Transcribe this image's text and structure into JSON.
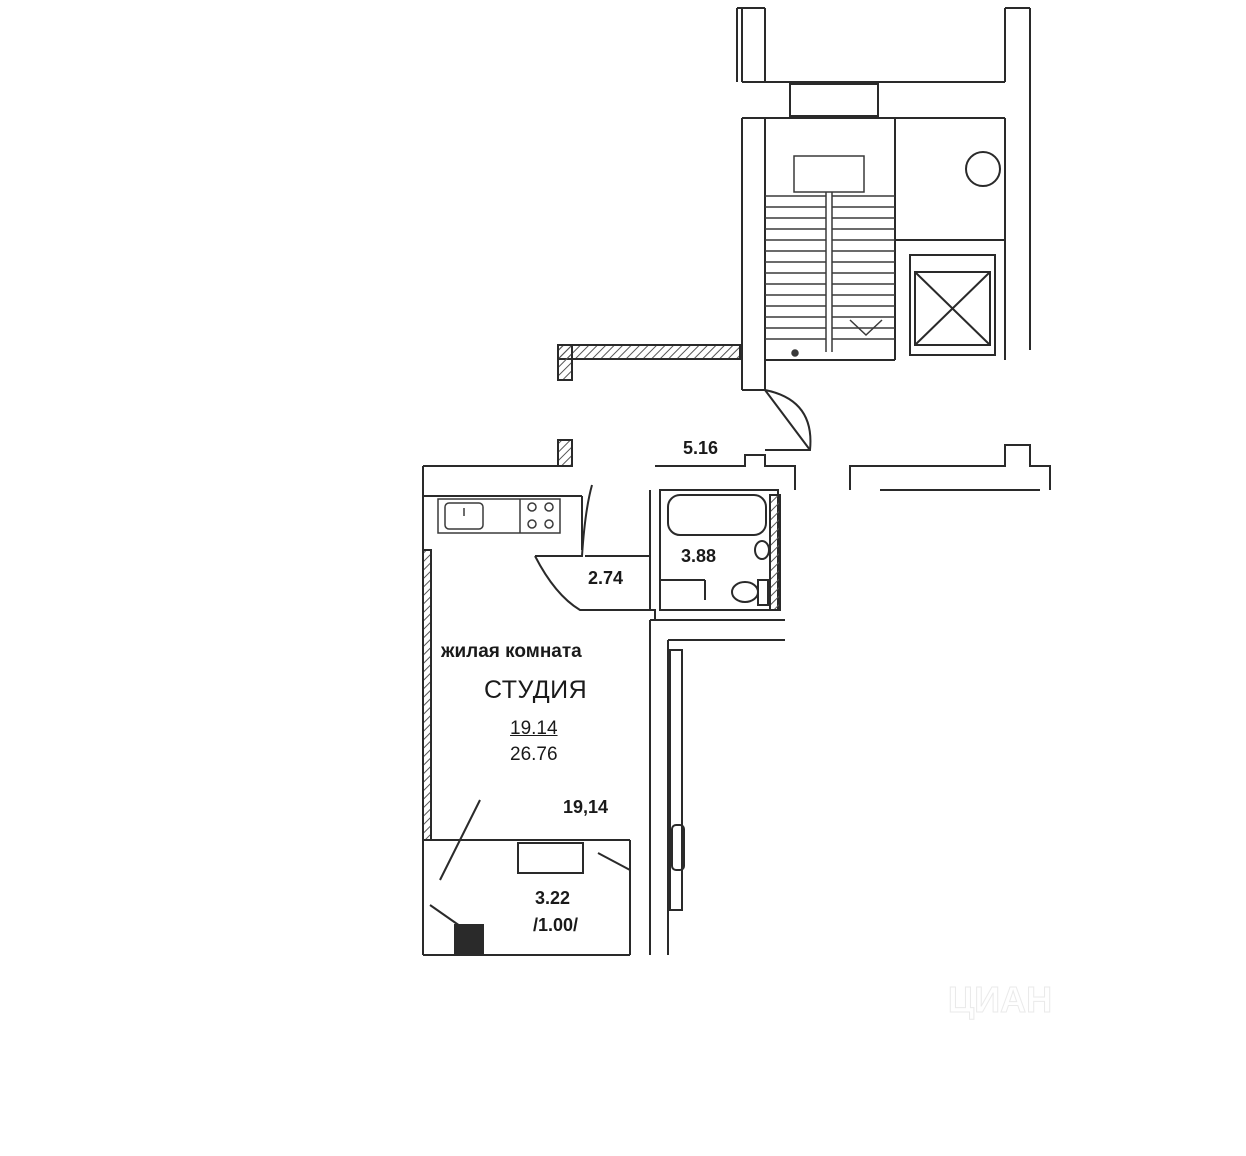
{
  "plan": {
    "room_caption": "жилая комната",
    "room_name": "СТУДИЯ",
    "room_living_area": "19.14",
    "room_total_area": "26.76",
    "areas": {
      "corridor": "5.16",
      "hallway": "2.74",
      "bathroom": "3.88",
      "room": "19,14",
      "balcony": "3.22",
      "balcony_reduced": "/1.00/"
    },
    "watermark": "ЦИАН"
  },
  "colors": {
    "wall": "#2a2a2a",
    "line": "#3a3a3a",
    "hatch": "#555555",
    "background": "#ffffff"
  }
}
